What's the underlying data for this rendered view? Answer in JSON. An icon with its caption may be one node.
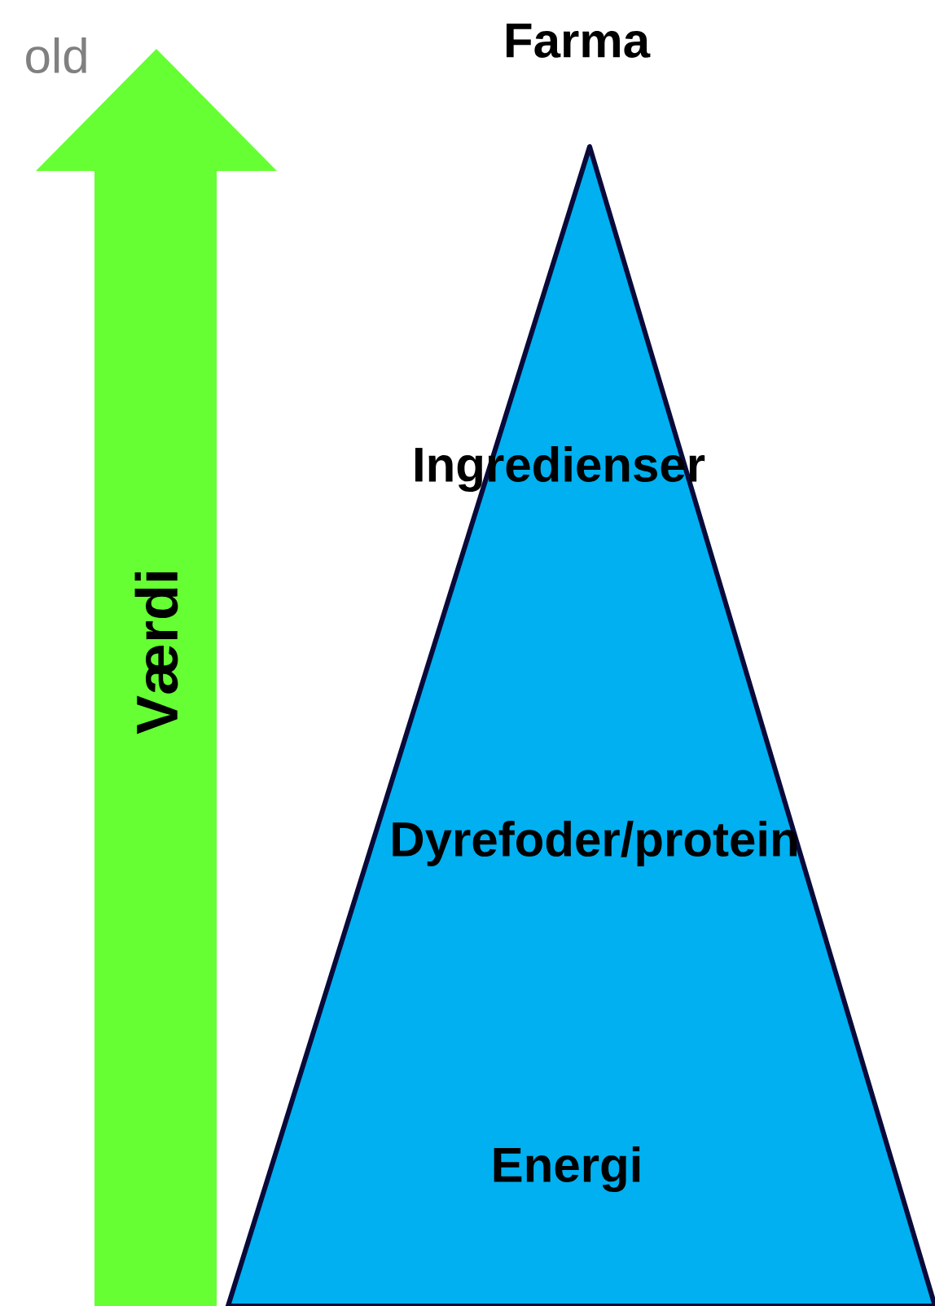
{
  "diagram": {
    "nodes": [
      {
        "text": [
          "Farma",
          "Ingredienser",
          "Dyrefoder/protein",
          "Energi"
        ]
      },
      {
        "text": [
          "Værdi"
        ]
      }
    ],
    "labels": [
      "old"
    ]
  }
}
